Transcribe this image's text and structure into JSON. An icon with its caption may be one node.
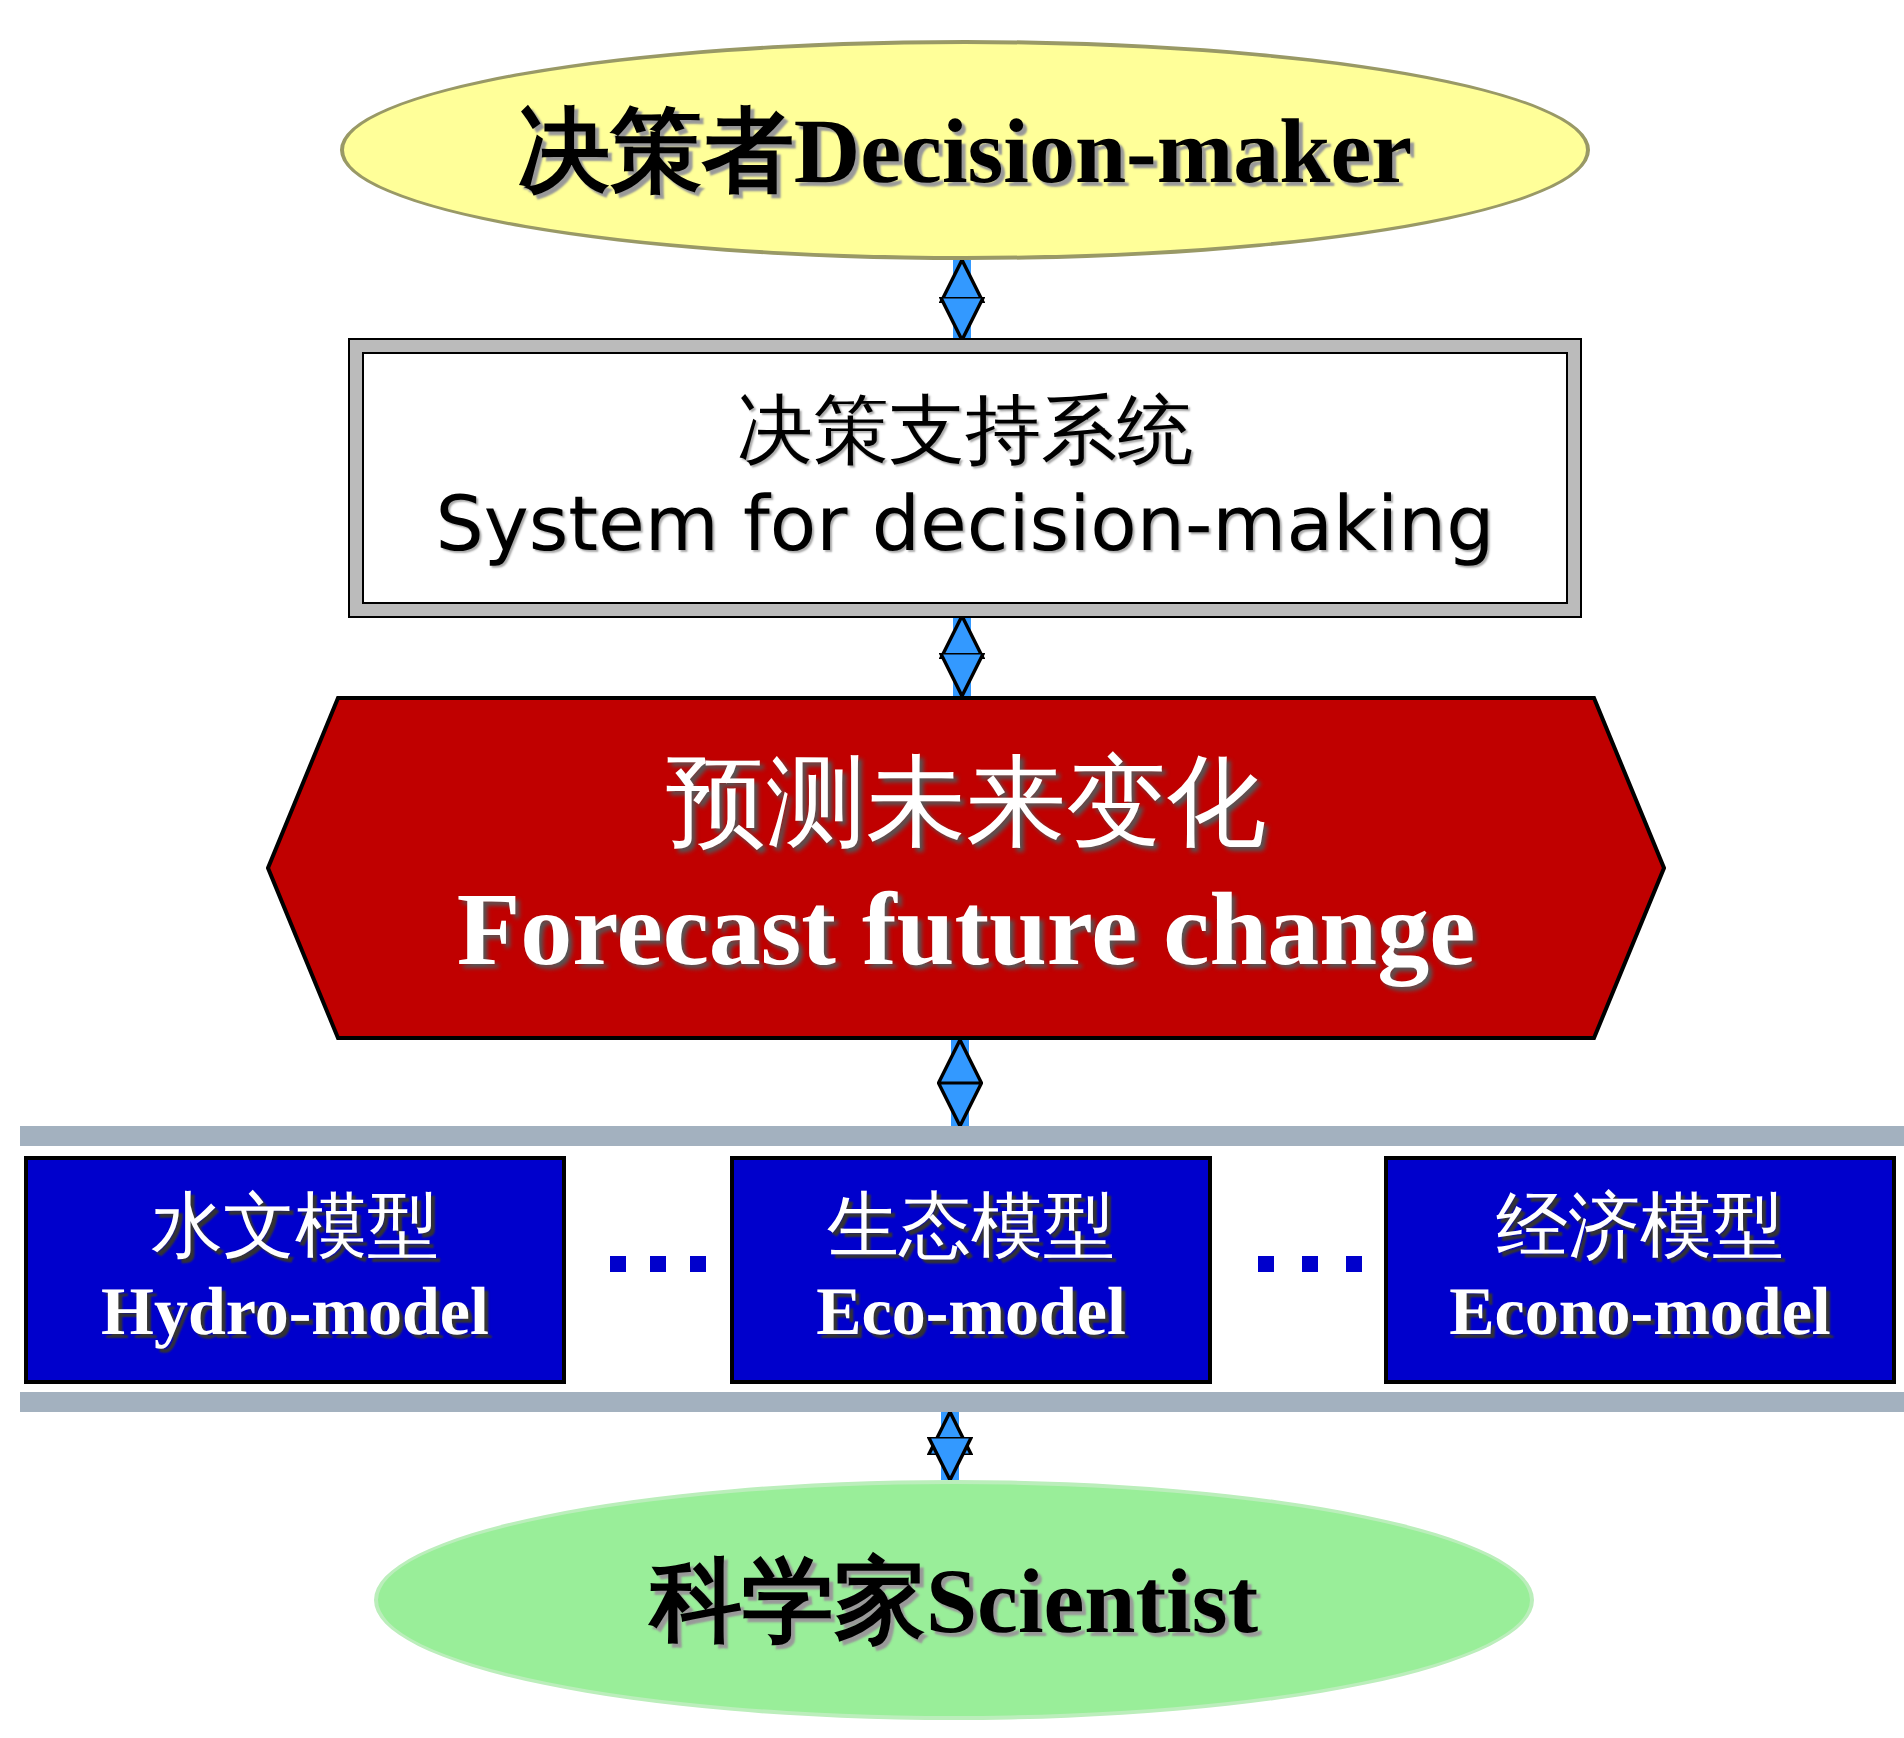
{
  "diagram": {
    "nodes": [
      {
        "text": [
          "决策者Decision-maker"
        ]
      },
      {
        "text": [
          "决策支持系统",
          "System for decision-making"
        ]
      },
      {
        "text": [
          "预测未来变化",
          "Forecast future change"
        ]
      },
      {
        "text": [],
        "shape": "band"
      },
      {
        "text": [
          "水文模型",
          "Hydro-model"
        ],
        "in": 3
      },
      {
        "text": [
          "生态模型",
          "Eco-model"
        ],
        "in": 3
      },
      {
        "text": [
          "经济模型",
          "Econo-model"
        ],
        "in": 3
      },
      {
        "text": [
          "科学家Scientist"
        ]
      }
    ],
    "edges": [
      {
        "from": 0,
        "to": 1,
        "arrow": "both"
      },
      {
        "from": 1,
        "to": 2,
        "arrow": "both"
      },
      {
        "from": 2,
        "to": 3,
        "arrow": "both"
      },
      {
        "from": 3,
        "to": 7,
        "arrow": "both"
      }
    ]
  }
}
